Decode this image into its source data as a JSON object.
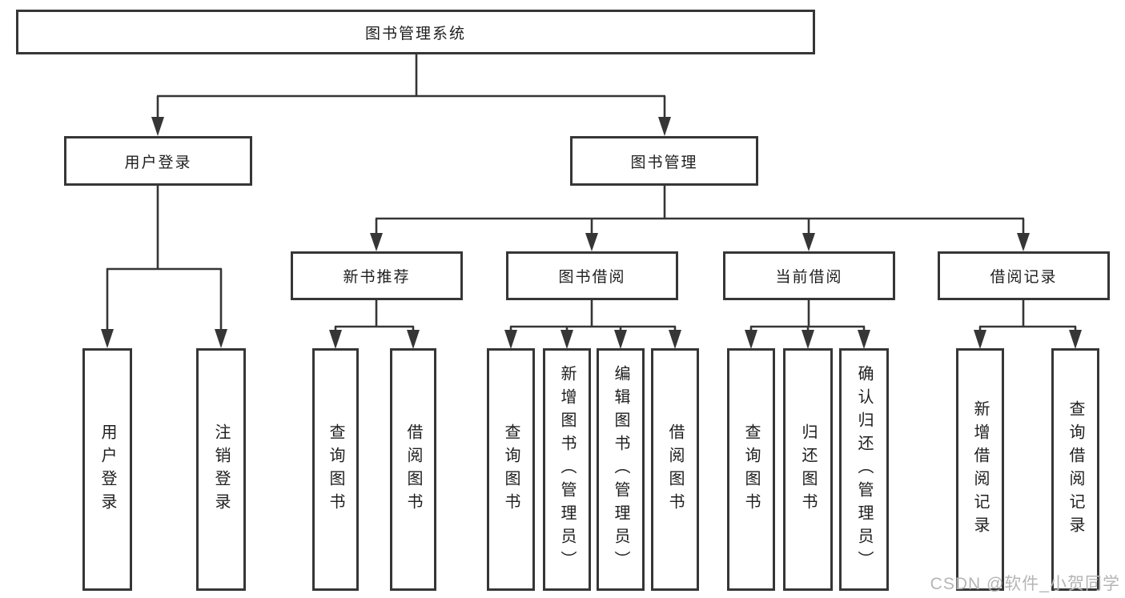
{
  "tree": {
    "label": "图书管理系统",
    "children": [
      {
        "label": "用户登录",
        "children": [
          {
            "label": "用户登录"
          },
          {
            "label": "注销登录"
          }
        ]
      },
      {
        "label": "图书管理",
        "children": [
          {
            "label": "新书推荐",
            "children": [
              {
                "label": "查询图书"
              },
              {
                "label": "借阅图书"
              }
            ]
          },
          {
            "label": "图书借阅",
            "children": [
              {
                "label": "查询图书"
              },
              {
                "label": "新增图书（管理员）"
              },
              {
                "label": "编辑图书（管理员）"
              },
              {
                "label": "借阅图书"
              }
            ]
          },
          {
            "label": "当前借阅",
            "children": [
              {
                "label": "查询图书"
              },
              {
                "label": "归还图书"
              },
              {
                "label": "确认归还（管理员）"
              }
            ]
          },
          {
            "label": "借阅记录",
            "children": [
              {
                "label": "新增借阅记录"
              },
              {
                "label": "查询借阅记录"
              }
            ]
          }
        ]
      }
    ]
  },
  "watermark": "CSDN @软件_小贺同学",
  "colors": {
    "line": "#363636",
    "text": "#1e1e1e",
    "watermark": "#b5b5b5",
    "background": "#ffffff"
  }
}
